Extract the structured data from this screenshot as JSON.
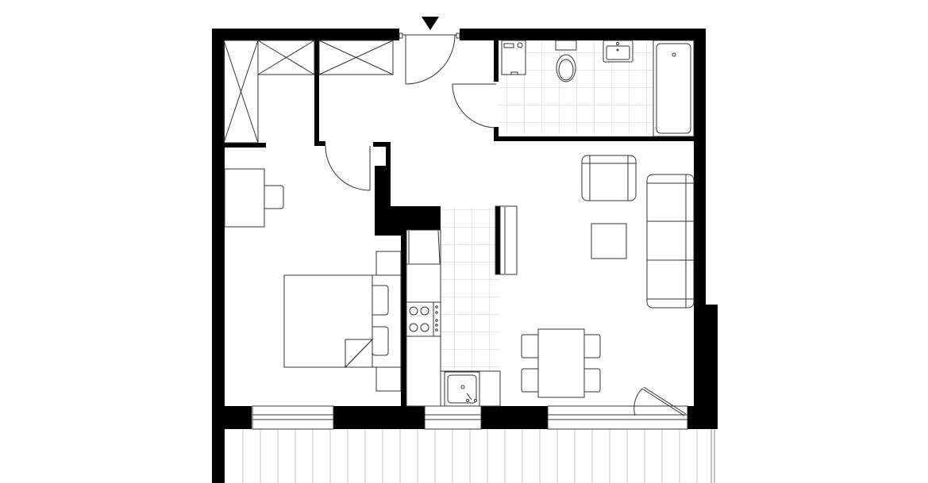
{
  "title": "Apartment floor plan",
  "colors": {
    "wall": "#000000",
    "furniture_stroke": "#333333",
    "tile_grid": "#cccccc",
    "balcony_boards": "#bbbbbb",
    "background": "#ffffff"
  },
  "entrance": {
    "marker": "entrance-arrow-icon",
    "direction": "down"
  },
  "rooms": [
    {
      "id": "hall",
      "label": "Hallway",
      "items": [
        "built-in wardrobe (L-shaped)",
        "wardrobe",
        "entrance door"
      ]
    },
    {
      "id": "bathroom",
      "label": "Bathroom",
      "items": [
        "washing machine",
        "toilet",
        "washbasin",
        "bathtub"
      ],
      "floor": "tiled"
    },
    {
      "id": "bedroom",
      "label": "Bedroom",
      "items": [
        "desk",
        "desk chair",
        "double bed",
        "two nightstands",
        "two pillows",
        "window"
      ]
    },
    {
      "id": "kitchen",
      "label": "Kitchen",
      "items": [
        "fridge",
        "countertop",
        "4-burner hob",
        "sink",
        "window"
      ],
      "floor": "tiled"
    },
    {
      "id": "living",
      "label": "Living room",
      "items": [
        "armchair",
        "coffee table",
        "3-seat sofa",
        "TV unit",
        "dining table",
        "4 chairs",
        "balcony door"
      ]
    },
    {
      "id": "balcony",
      "label": "Balcony",
      "items": [
        "wooden decking"
      ]
    }
  ]
}
